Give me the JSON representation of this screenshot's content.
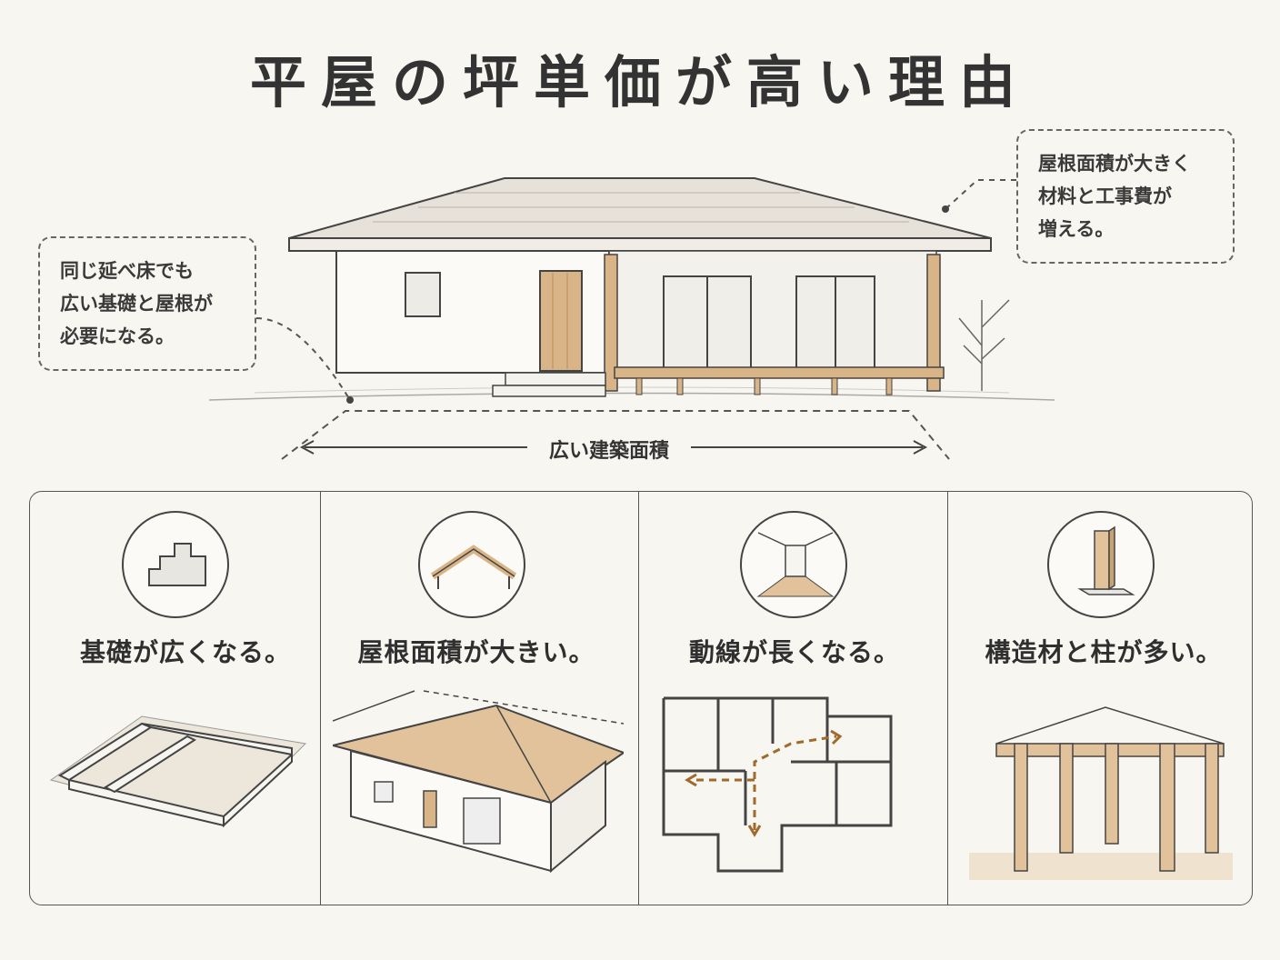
{
  "title": "平屋の坪単価が高い理由",
  "notes": {
    "left": "同じ延べ床でも\n広い基礎と屋根が\n必要になる。",
    "right": "屋根面積が大きく\n材料と工事費が\n増える。"
  },
  "area_label": "広い建築面積",
  "cards": [
    {
      "label": "基礎が広くなる。",
      "icon": "foundation-block-icon"
    },
    {
      "label": "屋根面積が大きい。",
      "icon": "roof-truss-icon"
    },
    {
      "label": "動線が長くなる。",
      "icon": "corridor-icon"
    },
    {
      "label": "構造材と柱が多い。",
      "icon": "pillar-icon"
    }
  ],
  "colors": {
    "background": "#f8f6f0",
    "wood": "#d9b487",
    "arrow": "#a06a2c",
    "line": "#444444"
  }
}
